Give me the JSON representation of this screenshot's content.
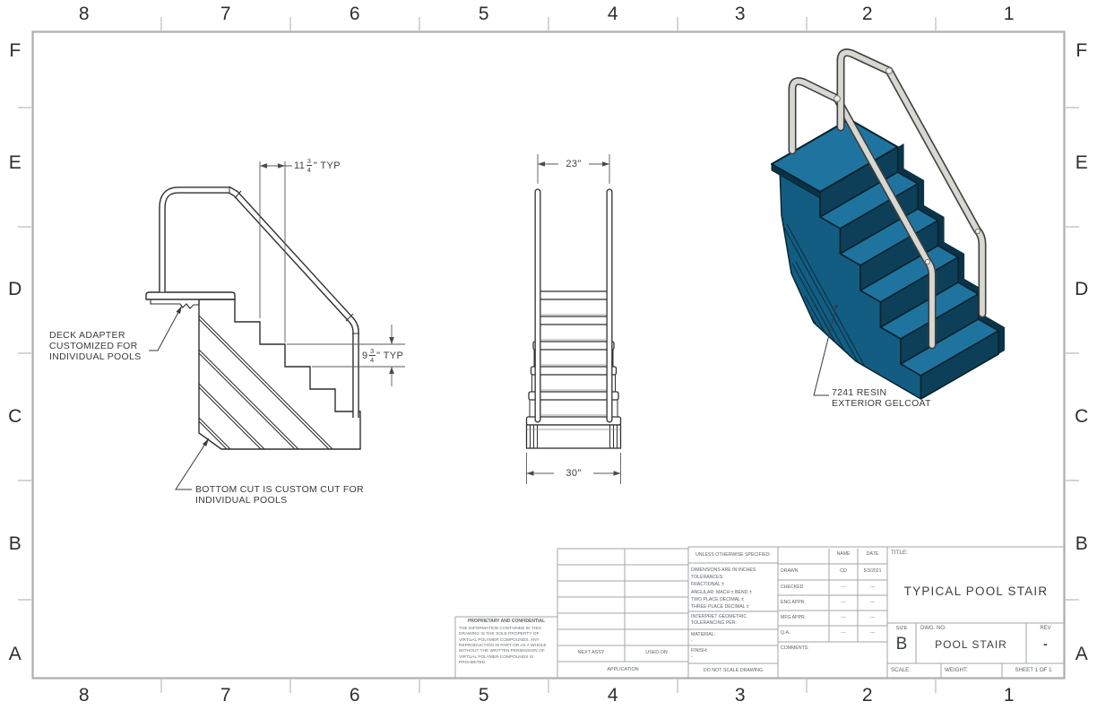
{
  "sheet": {
    "zone_cols": [
      "8",
      "7",
      "6",
      "5",
      "4",
      "3",
      "2",
      "1"
    ],
    "zone_rows": [
      "F",
      "E",
      "D",
      "C",
      "B",
      "A"
    ]
  },
  "annotations": {
    "deck_adapter": [
      "DECK ADAPTER",
      "CUSTOMIZED FOR",
      "INDIVIDUAL POOLS"
    ],
    "bottom_cut": [
      "BOTTOM CUT IS CUSTOM CUT FOR",
      "INDIVIDUAL POOLS"
    ],
    "gelcoat": [
      "7241 RESIN",
      "EXTERIOR GELCOAT"
    ]
  },
  "dimensions": {
    "tread": {
      "whole": "11",
      "num": "3",
      "den": "4",
      "suffix": "\" TYP"
    },
    "rise": {
      "whole": "9",
      "num": "3",
      "den": "4",
      "suffix": "\" TYP"
    },
    "rail_width": "23\"",
    "base_width": "30\""
  },
  "title_block": {
    "proprietary_title": "PROPRIETARY AND CONFIDENTIAL",
    "proprietary_text": "THE INFORMATION CONTAINED IN THIS DRAWING IS THE SOLE PROPERTY OF VIRTUAL POLYMER COMPOUNDS.  ANY REPRODUCTION IN PART OR AS A WHOLE WITHOUT THE WRITTEN PERMISSION OF VIRTUAL POLYMER COMPOUNDS IS PROHIBITED.",
    "next_assy": "NEXT ASSY",
    "used_on": "USED ON",
    "application": "APPLICATION",
    "unless": "UNLESS OTHERWISE SPECIFIED:",
    "tolerance_lines": [
      "DIMENSIONS ARE IN INCHES",
      "TOLERANCES:",
      "FRACTIONAL ±",
      "ANGULAR: MACH ±   BEND ±",
      "TWO PLACE DECIMAL    ±",
      "THREE PLACE DECIMAL  ±"
    ],
    "interpret": "INTERPRET GEOMETRIC",
    "tolerancing": "TOLERANCING PER:",
    "material_label": "MATERIAL:",
    "material_value": "-",
    "finish_label": "FINISH:",
    "finish_value": "-",
    "do_not_scale": "DO NOT SCALE DRAWING",
    "name_header": "NAME",
    "date_header": "DATE",
    "rows": [
      {
        "label": "DRAWN",
        "name": "CD",
        "date": "5/3/2021"
      },
      {
        "label": "CHECKED",
        "name": "---",
        "date": "---"
      },
      {
        "label": "ENG APPR.",
        "name": "---",
        "date": "---"
      },
      {
        "label": "MFG APPR.",
        "name": "---",
        "date": "---"
      },
      {
        "label": "Q.A.",
        "name": "---",
        "date": "---"
      }
    ],
    "comments_label": "COMMENTS:",
    "title_label": "TITLE:",
    "title": "TYPICAL POOL STAIR",
    "size_label": "SIZE",
    "size": "B",
    "dwg_label": "DWG.  NO.",
    "dwg_no": "POOL STAIR",
    "rev_label": "REV",
    "rev": "-",
    "scale_label": "SCALE:",
    "weight_label": "WEIGHT:",
    "sheet_label": "SHEET 1 OF 1"
  }
}
